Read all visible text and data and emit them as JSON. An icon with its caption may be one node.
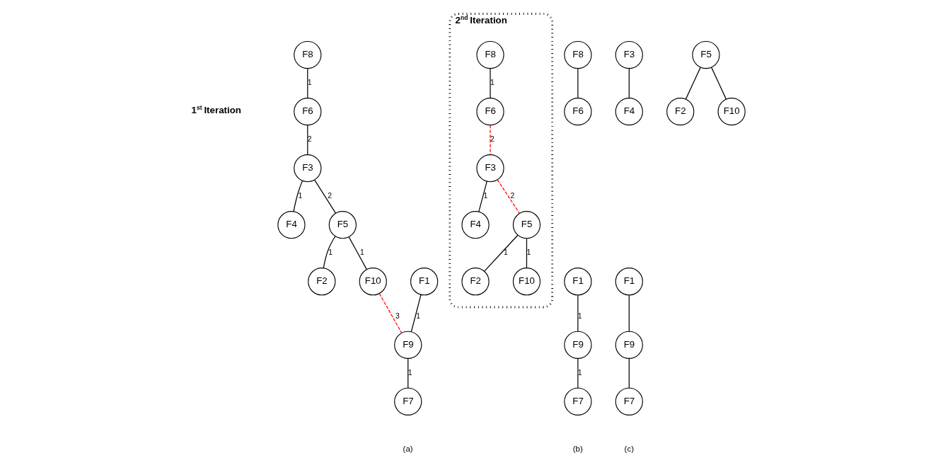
{
  "diagram": {
    "nodes": [
      {
        "text": [
          "F8"
        ]
      },
      {
        "text": [
          "F6"
        ]
      },
      {
        "text": [
          "F3"
        ]
      },
      {
        "text": [
          "F4"
        ]
      },
      {
        "text": [
          "F5"
        ]
      },
      {
        "text": [
          "F2"
        ]
      },
      {
        "text": [
          "F10"
        ]
      },
      {
        "text": [
          "F1"
        ]
      },
      {
        "text": [
          "F9"
        ]
      },
      {
        "text": [
          "F7"
        ]
      },
      {
        "text": [
          "2$^{nd}$ Iteration"
        ]
      },
      {
        "text": [
          "F8"
        ],
        "in": 10
      },
      {
        "text": [
          "F6"
        ],
        "in": 10
      },
      {
        "text": [
          "F3"
        ],
        "in": 10
      },
      {
        "text": [
          "F4"
        ],
        "in": 10
      },
      {
        "text": [
          "F5"
        ],
        "in": 10
      },
      {
        "text": [
          "F2"
        ],
        "in": 10
      },
      {
        "text": [
          "F10"
        ],
        "in": 10
      },
      {
        "text": [
          "F1"
        ]
      },
      {
        "text": [
          "F9"
        ]
      },
      {
        "text": [
          "F7"
        ]
      },
      {
        "text": [
          "F8"
        ]
      },
      {
        "text": [
          "F6"
        ]
      },
      {
        "text": [
          "F3"
        ]
      },
      {
        "text": [
          "F4"
        ]
      },
      {
        "text": [
          "F5"
        ]
      },
      {
        "text": [
          "F2"
        ]
      },
      {
        "text": [
          "F10"
        ]
      },
      {
        "text": [
          "F1"
        ]
      },
      {
        "text": [
          "F9"
        ]
      },
      {
        "text": [
          "F7"
        ]
      }
    ],
    "edges": [
      {
        "from": 0,
        "to": 1,
        "arrow": "none",
        "label": "1"
      },
      {
        "from": 1,
        "to": 2,
        "arrow": "none",
        "label": "2"
      },
      {
        "from": 2,
        "to": 3,
        "arrow": "none",
        "label": "1"
      },
      {
        "from": 2,
        "to": 4,
        "arrow": "none",
        "label": "2"
      },
      {
        "from": 4,
        "to": 5,
        "arrow": "none",
        "label": "1"
      },
      {
        "from": 4,
        "to": 6,
        "arrow": "none",
        "label": "1"
      },
      {
        "from": 6,
        "to": 8,
        "arrow": "none",
        "label": "3",
        "style": "dashed",
        "color": "#ff0000"
      },
      {
        "from": 7,
        "to": 8,
        "arrow": "none",
        "label": "1"
      },
      {
        "from": 8,
        "to": 9,
        "arrow": "none",
        "label": "1"
      },
      {
        "from": 11,
        "to": 12,
        "arrow": "none",
        "label": "1"
      },
      {
        "from": 12,
        "to": 13,
        "arrow": "none",
        "label": "2",
        "style": "dashed",
        "color": "#ff0000"
      },
      {
        "from": 13,
        "to": 14,
        "arrow": "none",
        "label": "1"
      },
      {
        "from": 13,
        "to": 15,
        "arrow": "none",
        "label": "2",
        "style": "dashed",
        "color": "#ff0000"
      },
      {
        "from": 15,
        "to": 16,
        "arrow": "none",
        "label": "1"
      },
      {
        "from": 15,
        "to": 17,
        "arrow": "none",
        "label": "1"
      },
      {
        "from": 18,
        "to": 19,
        "arrow": "none",
        "label": "1"
      },
      {
        "from": 19,
        "to": 20,
        "arrow": "none",
        "label": "1"
      },
      {
        "from": 21,
        "to": 22,
        "arrow": "none"
      },
      {
        "from": 23,
        "to": 24,
        "arrow": "none"
      },
      {
        "from": 25,
        "to": 26,
        "arrow": "none"
      },
      {
        "from": 25,
        "to": 27,
        "arrow": "none"
      },
      {
        "from": 28,
        "to": 29,
        "arrow": "none"
      },
      {
        "from": 29,
        "to": 30,
        "arrow": "none"
      }
    ],
    "labels": [
      "1$^{st}$ Iteration",
      "(a)",
      "(b)",
      "(c)"
    ]
  }
}
